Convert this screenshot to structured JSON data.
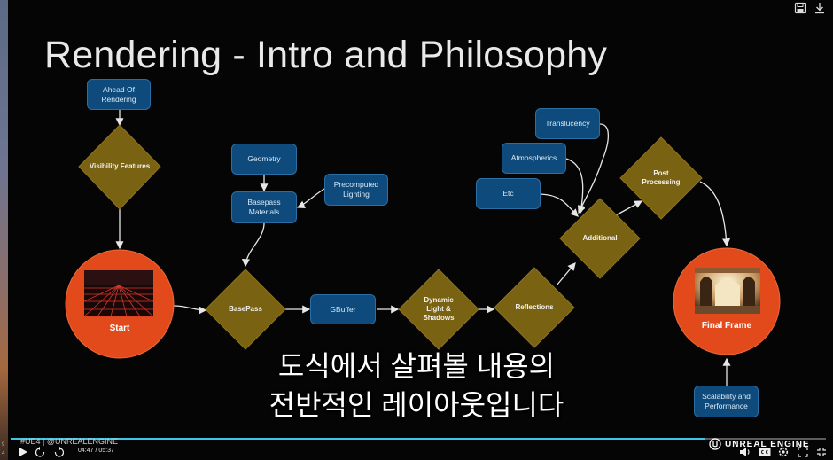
{
  "slide": {
    "title": "Rendering - Intro and Philosophy"
  },
  "diagram": {
    "boxes": {
      "ahead_of_rendering": "Ahead Of Rendering",
      "geometry": "Geometry",
      "precomputed_lighting": "Precomputed Lighting",
      "basepass_materials": "Basepass Materials",
      "gbuffer": "GBuffer",
      "translucency": "Translucency",
      "atmospherics": "Atmospherics",
      "etc": "Etc",
      "scalability_performance": "Scalability and Performance"
    },
    "diamonds": {
      "visibility_features": "Visibility Features",
      "basepass": "BasePass",
      "dynamic_light_shadows": "Dynamic Light & Shadows",
      "reflections": "Reflections",
      "additional": "Additional",
      "post_processing": "Post Processing"
    },
    "circles": {
      "start": "Start",
      "final_frame": "Final Frame"
    },
    "colors": {
      "box_fill": "#0e4b7c",
      "diamond_fill": "#7a6213",
      "circle_fill": "#e24a1b"
    }
  },
  "subtitles": {
    "line1": "도식에서 살펴볼 내용의",
    "line2": "전반적인 레이아웃입니다"
  },
  "player": {
    "channel": "#UE4 | @UNREALENGINE",
    "time_current": "04:47",
    "time_separator": "/",
    "time_total": "05:37",
    "progress_fraction": 0.852,
    "brand": "UNREAL ENGINE",
    "left_edge_numbers": [
      "9",
      "4"
    ],
    "icons": [
      "play-icon",
      "rewind-icon",
      "forward-icon",
      "volume-icon",
      "captions-icon",
      "settings-icon",
      "fullscreen-icon",
      "save-icon",
      "download-icon"
    ]
  }
}
